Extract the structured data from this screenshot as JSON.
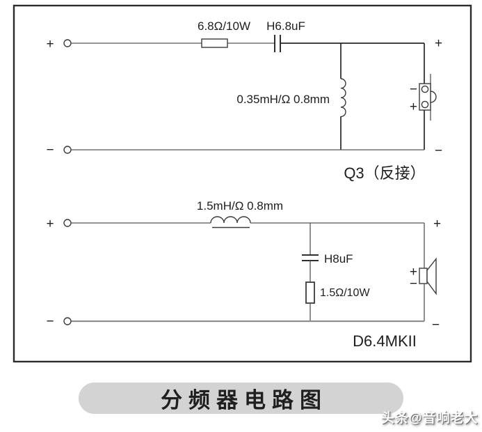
{
  "caption": "分频器电路图",
  "watermark": "头条@音响老大",
  "sym": {
    "plus": "+",
    "minus": "−"
  },
  "circuits": {
    "tweeter": {
      "name": "Q3（反接）",
      "resistor": "6.8Ω/10W",
      "capacitor": "H6.8uF",
      "inductor": "0.35mH/Ω 0.8mm"
    },
    "woofer": {
      "name": "D6.4MKII",
      "inductor": "1.5mH/Ω 0.8mm",
      "capacitor": "H8uF",
      "resistor": "1.5Ω/10W"
    }
  }
}
